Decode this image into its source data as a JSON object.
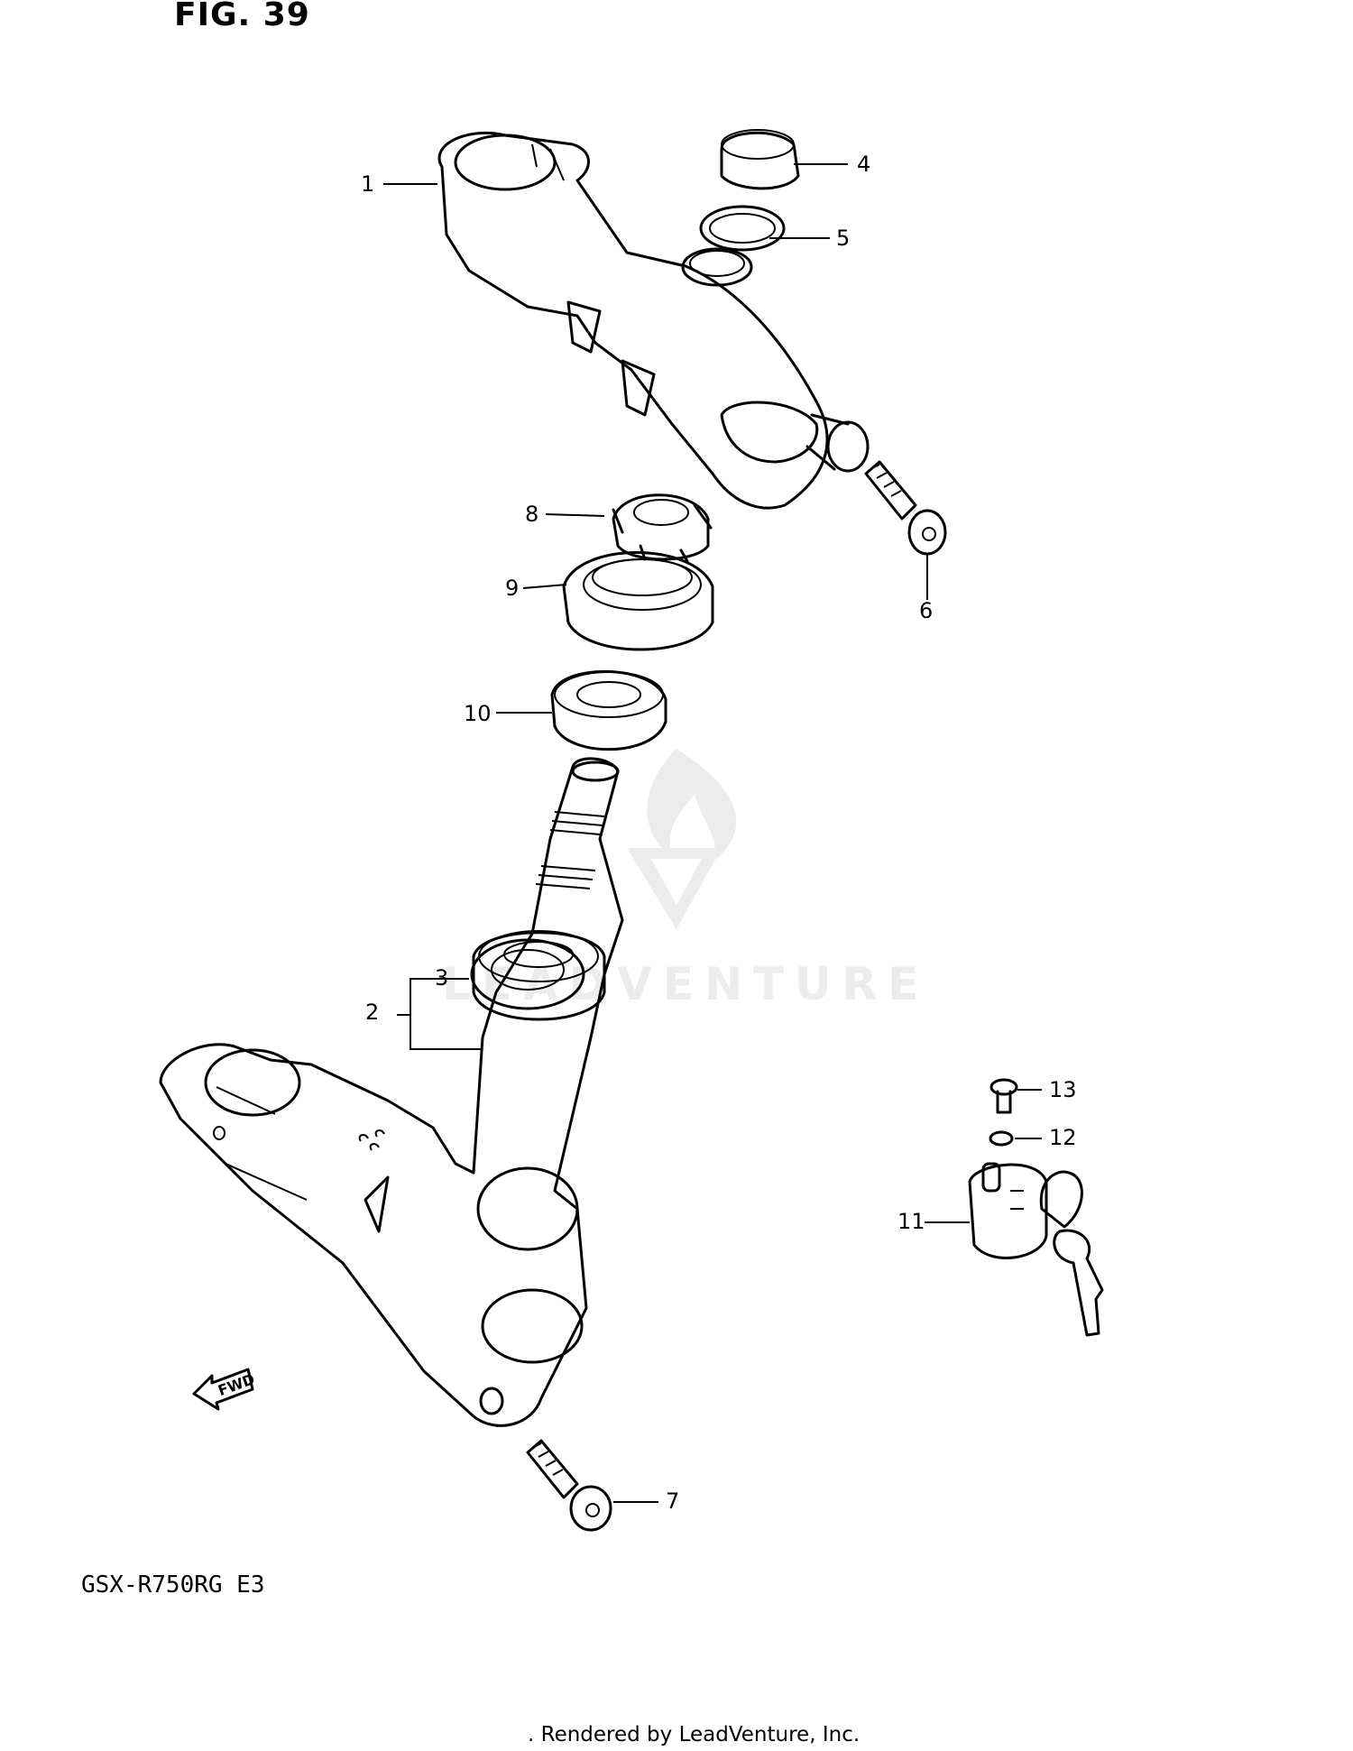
{
  "figure": {
    "title": "FIG. 39",
    "model": "GSX-R750RG  E3"
  },
  "watermark": {
    "text": "LEADVENTURE"
  },
  "fwd_arrow": {
    "label": "FWD"
  },
  "callouts": [
    "1",
    "2",
    "3",
    "4",
    "5",
    "6",
    "7",
    "8",
    "9",
    "10",
    "11",
    "12",
    "13"
  ],
  "footer": {
    "text": ". Rendered by LeadVenture, Inc."
  },
  "colors": {
    "line": "#000000",
    "background": "#ffffff",
    "watermark": "#ececec"
  }
}
